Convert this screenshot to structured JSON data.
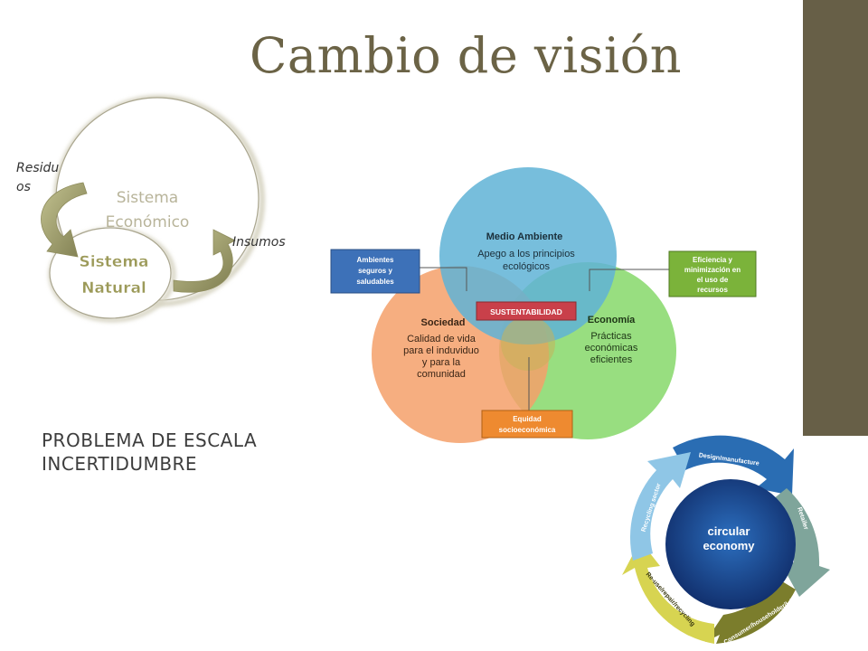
{
  "title": "Cambio de visión",
  "left_diagram": {
    "outer_label_1": "Sistema",
    "outer_label_2": "Económico",
    "inner_label_1": "Sistema",
    "inner_label_2": "Natural",
    "residuos_1": "Residu",
    "residuos_2": "os",
    "insumos": "Insumos"
  },
  "venn": {
    "medio_title": "Medio Ambiente",
    "medio_sub_1": "Apego a los principios",
    "medio_sub_2": "ecológicos",
    "sociedad_title": "Sociedad",
    "sociedad_sub_1": "Calidad de vida",
    "sociedad_sub_2": "para el induviduo",
    "sociedad_sub_3": "y para la",
    "sociedad_sub_4": "comunidad",
    "economia_title": "Economía",
    "economia_sub_1": "Prácticas",
    "economia_sub_2": "económicas",
    "economia_sub_3": "eficientes",
    "center": "SUSTENTABILIDAD",
    "box_blue_1": "Ambientes",
    "box_blue_2": "seguros y",
    "box_blue_3": "saludables",
    "box_green_1": "Eficiencia y",
    "box_green_2": "minimización en",
    "box_green_3": "el uso de",
    "box_green_4": "recursos",
    "box_orange_1": "Equidad",
    "box_orange_2": "socioeconómica"
  },
  "problem_lines": [
    "PROBLEMA DE ESCALA",
    "INCERTIDUMBRE"
  ],
  "circular": {
    "center_1": "circular",
    "center_2": "economy",
    "segments": [
      "Design/manufacture",
      "Retailer",
      "Consumer/householder/LAs",
      "Re-use/repair/recycling",
      "Recycling sector"
    ]
  },
  "colors": {
    "sidebar": "#675f47",
    "title": "#6b6346",
    "venn_blue": "#5fb3d6",
    "venn_orange": "#f4a06a",
    "venn_green": "#86d86a",
    "center_red": "#c9404a"
  }
}
